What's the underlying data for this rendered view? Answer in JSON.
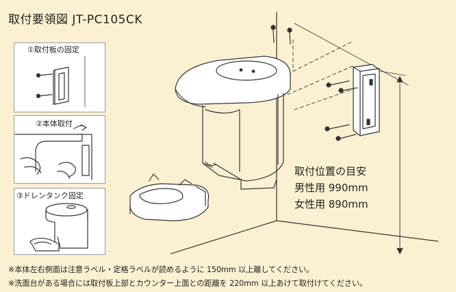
{
  "title": "取付要領図 JT-PC105CK",
  "steps": [
    {
      "label": "①取付板の固定"
    },
    {
      "label": "②本体取付"
    },
    {
      "label": "③ドレンタンク固定"
    }
  ],
  "mount_info": {
    "heading": "取付位置の目安",
    "male": "男性用 990mm",
    "female": "女性用 890mm"
  },
  "notes": [
    "※本体左右側面は注意ラベル・定格ラベルが読めるように 150mm 以上離してください。",
    "※洗面台がある場合には取付板上部とカウンター上面との距離を 220mm 以上あけて取付けてください。"
  ],
  "colors": {
    "background": "#fbf1d2",
    "line": "#333333",
    "panel": "#ffffff"
  }
}
